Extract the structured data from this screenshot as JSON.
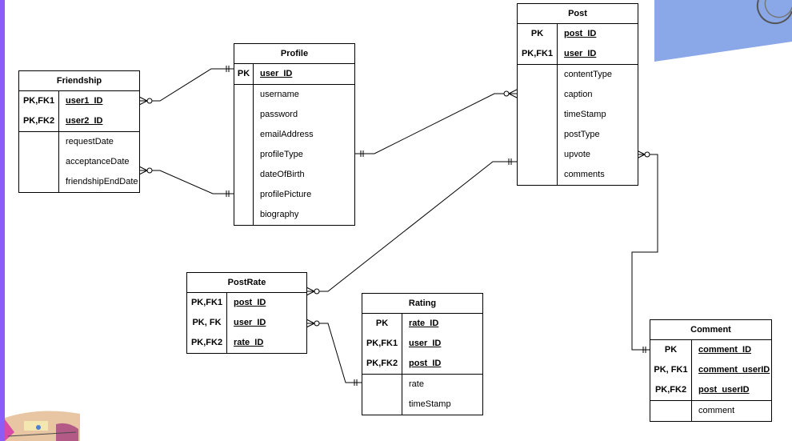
{
  "colors": {
    "left_bar": "#8b5cf6",
    "decor_blue": "#8aa8e8"
  },
  "entities": {
    "friendship": {
      "title": "Friendship",
      "keys": [
        {
          "k": "PK,FK1",
          "f": "user1_ID"
        },
        {
          "k": "PK,FK2",
          "f": "user2_ID"
        }
      ],
      "attrs": [
        "requestDate",
        "acceptanceDate",
        "friendshipEndDate"
      ]
    },
    "profile": {
      "title": "Profile",
      "keys": [
        {
          "k": "PK",
          "f": "user_ID"
        }
      ],
      "attrs": [
        "username",
        "password",
        "emailAddress",
        "profileType",
        "dateOfBirth",
        "profilePicture",
        "biography"
      ]
    },
    "post": {
      "title": "Post",
      "keys": [
        {
          "k": "PK",
          "f": "post_ID"
        },
        {
          "k": "PK,FK1",
          "f": "user_ID"
        }
      ],
      "attrs": [
        "contentType",
        "caption",
        "timeStamp",
        "postType",
        "upvote",
        "comments"
      ]
    },
    "postrate": {
      "title": "PostRate",
      "keys": [
        {
          "k": "PK,FK1",
          "f": "post_ID"
        },
        {
          "k": "PK, FK",
          "f": "user_ID"
        },
        {
          "k": "PK,FK2",
          "f": "rate_ID"
        }
      ],
      "attrs": []
    },
    "rating": {
      "title": "Rating",
      "keys": [
        {
          "k": "PK",
          "f": "rate_ID"
        },
        {
          "k": "PK,FK1",
          "f": "user_ID"
        },
        {
          "k": "PK,FK2",
          "f": "post_ID"
        }
      ],
      "attrs": [
        "rate",
        "timeStamp"
      ]
    },
    "comment": {
      "title": "Comment",
      "keys": [
        {
          "k": "PK",
          "f": "comment_ID"
        },
        {
          "k": "PK, FK1",
          "f": "comment_userID"
        },
        {
          "k": "PK,FK2",
          "f": "post_userID"
        }
      ],
      "attrs": [
        "comment"
      ]
    }
  },
  "relationships": [
    {
      "from": "Friendship.user1_ID",
      "to": "Profile.user_ID",
      "from_end": "zero-or-many",
      "to_end": "exactly-one"
    },
    {
      "from": "Friendship.acceptanceDate",
      "to": "Profile.profilePicture",
      "from_end": "zero-or-many",
      "to_end": "exactly-one"
    },
    {
      "from": "Profile.profileType",
      "to": "Post.caption",
      "from_end": "exactly-one",
      "to_end": "zero-or-many"
    },
    {
      "from": "PostRate",
      "to": "Post.comments",
      "from_end": "zero-or-many",
      "to_end": "exactly-one"
    },
    {
      "from": "PostRate.user_ID",
      "to": "Rating.rate",
      "from_end": "zero-or-many",
      "to_end": "exactly-one"
    },
    {
      "from": "Post.upvote",
      "to": "Comment.comment_ID",
      "from_end": "zero-or-many",
      "to_end": "exactly-one"
    }
  ]
}
